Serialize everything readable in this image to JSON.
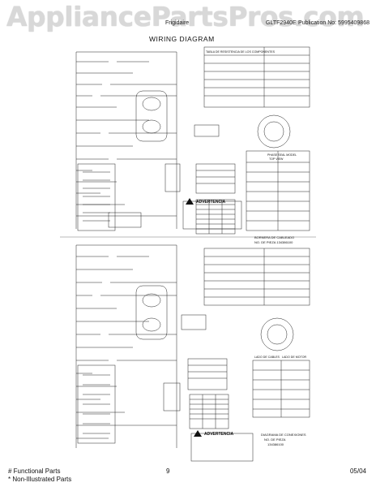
{
  "header": {
    "watermark": "AppliancePartsPros.com",
    "brand": "Frigidaire",
    "publication": "Publication No: 5995409868",
    "model_code": "GLTF2940E"
  },
  "page_title": "WIRING DIAGRAM",
  "diagram_labels": {
    "top_test_table_title": "TABLA DE RESISTENCIA DE LOS COMPONENTES",
    "warning_top": "ADVERTENCIA",
    "warning_bottom": "ADVERTENCIA",
    "harness_top": "BORNERA DE CABLEADO",
    "harness_part_top": "NO. DE PIEZA 134386100",
    "harness_bottom": "DIAGRAMA DE CONEXIONES",
    "harness_part_bottom": "NO. DE PIEZA",
    "harness_num_bottom": "134386100",
    "left_view": "LADO DE CABLES",
    "right_view": "LADO DE MOTOR",
    "plug_top": "PHASE SEAL MODEL",
    "plug_bottom": "TOP VIEW"
  },
  "footer": {
    "legend_functional": "# Functional Parts",
    "legend_non_illustrated": "* Non-Illustrated Parts",
    "page_number": "9",
    "date": "05/04"
  }
}
